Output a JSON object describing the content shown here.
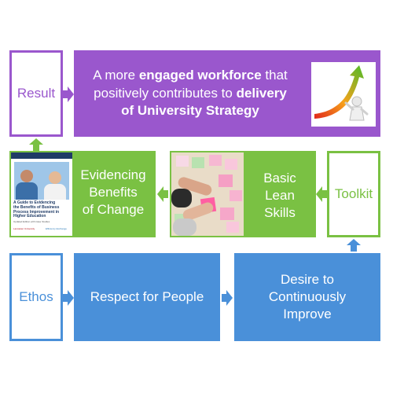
{
  "result": {
    "label": "Result",
    "line1_a": "A more ",
    "line1_b": "engaged workforce",
    "line1_c": " that",
    "line2_a": "positively contributes to ",
    "line2_b": "delivery",
    "line3": "of University Strategy"
  },
  "middle": {
    "evidencing": [
      "Evidencing",
      "Benefits",
      "of Change"
    ],
    "lean": [
      "Basic",
      "Lean",
      "Skills"
    ],
    "toolkit": "Toolkit",
    "guide": {
      "title_lines": [
        "A Guide to Evidencing",
        "the Benefits of Business",
        "Process Improvement in",
        "Higher Education"
      ],
      "subtitle": "Updated Edition with Case Studies",
      "logo_left": "Lancaster University",
      "logo_right": "Efficiency Exchange"
    }
  },
  "bottom": {
    "ethos": "Ethos",
    "respect": "Respect for People",
    "desire": [
      "Desire to",
      "Continuously",
      "Improve"
    ]
  },
  "colors": {
    "purple": "#9A57CD",
    "green": "#7AC143",
    "blue": "#4A90D9"
  }
}
